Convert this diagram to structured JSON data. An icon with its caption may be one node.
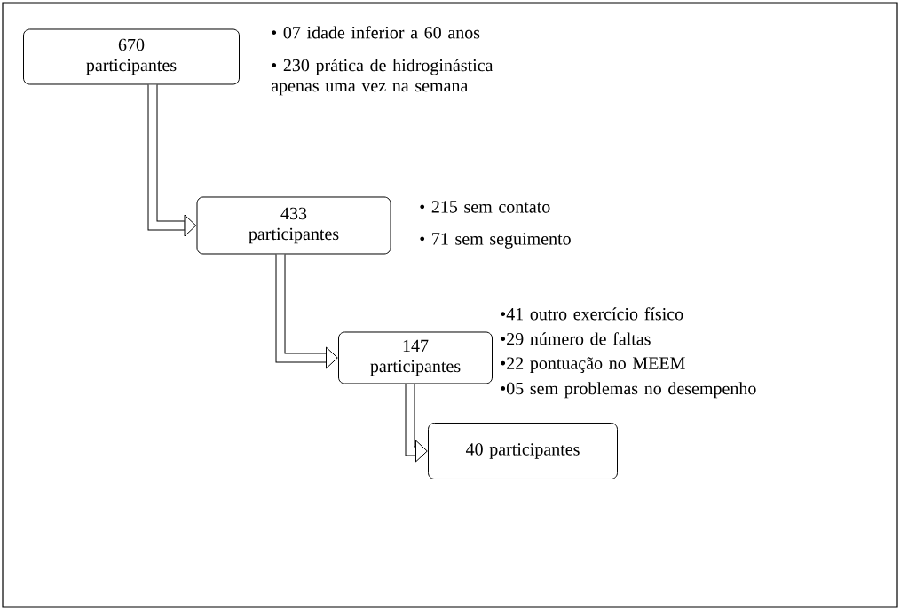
{
  "diagram": {
    "nodes": [
      {
        "text": [
          "670 participantes"
        ],
        "beside": [
          "• 07 idade inferior a 60 anos",
          "• 230 prática de hidroginástica apenas uma vez na semana"
        ]
      },
      {
        "text": [
          "433 participantes"
        ],
        "beside": [
          "• 215 sem contato",
          "• 71 sem seguimento"
        ]
      },
      {
        "text": [
          "147 participantes"
        ],
        "beside": [
          "•41 outro exercício físico",
          "•29 número de faltas",
          "•22 pontuação no MEEM",
          "•05 sem problemas no desempenho"
        ]
      },
      {
        "text": [
          "40 participantes"
        ]
      }
    ],
    "edges": [
      {
        "from": 0,
        "to": 1,
        "arrow": "to"
      },
      {
        "from": 1,
        "to": 2,
        "arrow": "to"
      },
      {
        "from": 2,
        "to": 3,
        "arrow": "to"
      }
    ]
  }
}
